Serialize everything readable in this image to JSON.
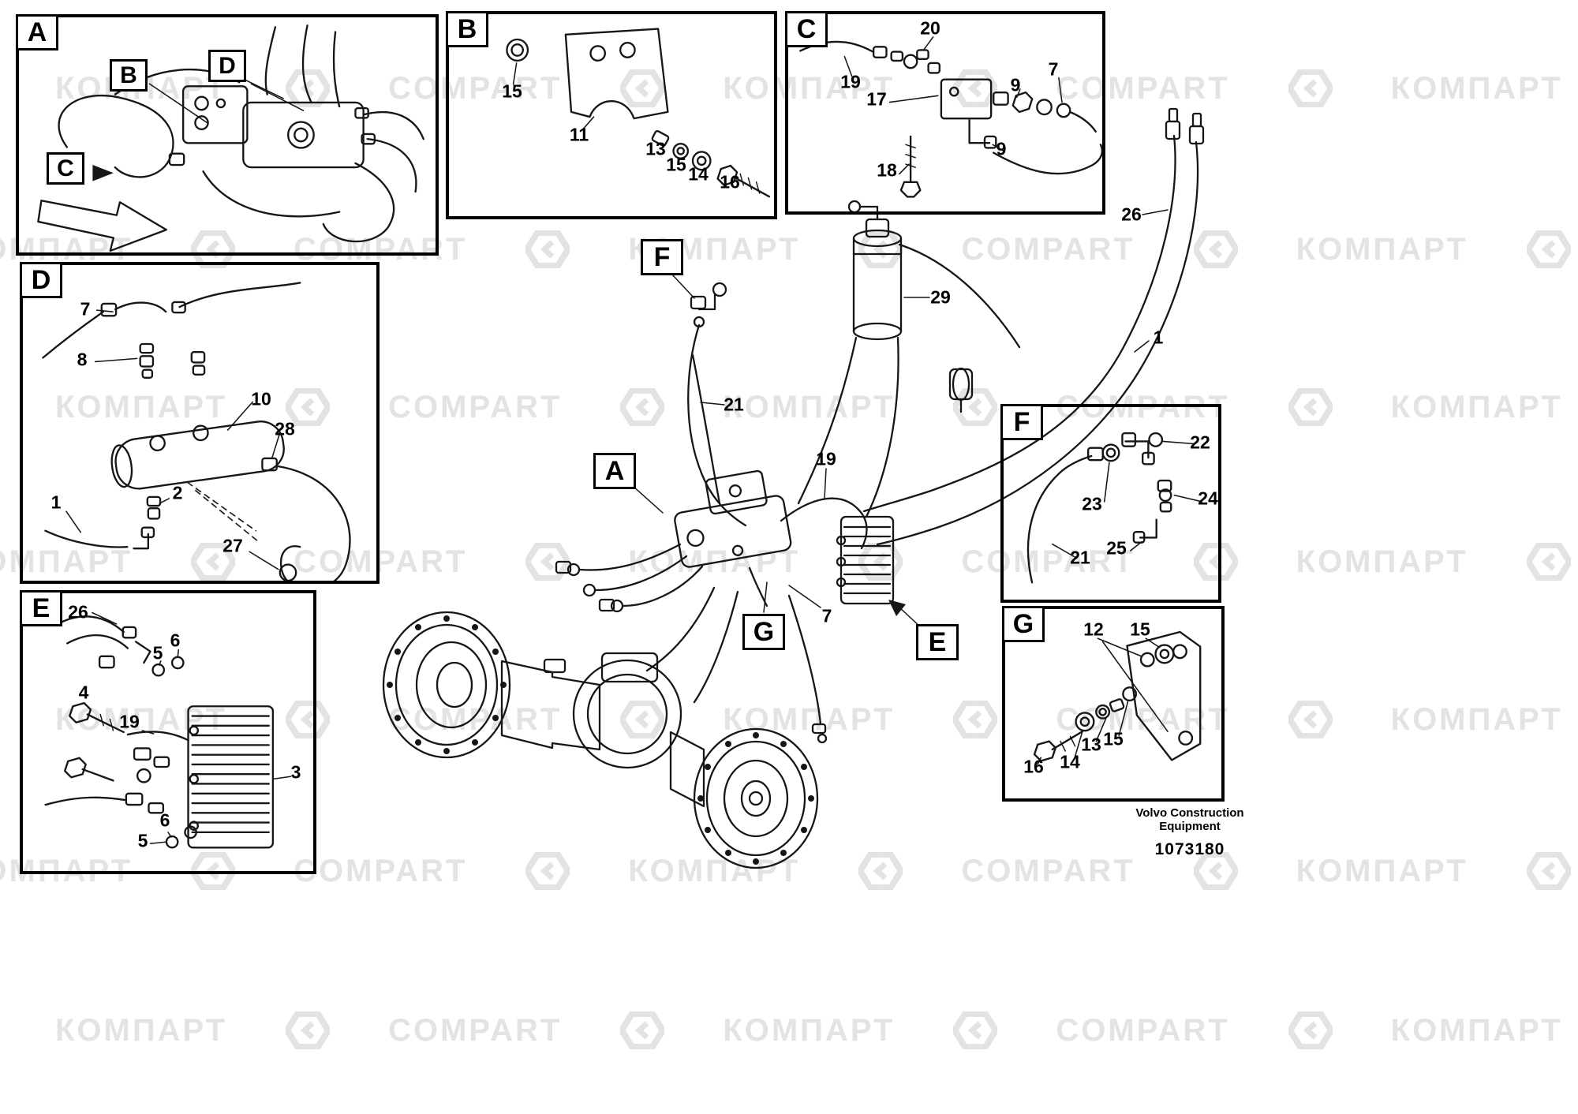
{
  "doc": {
    "footer_company_line1": "Volvo Construction",
    "footer_company_line2": "Equipment",
    "footer_doc_number": "1073180"
  },
  "watermark": {
    "word_cyrillic": "КОМПАРТ",
    "word_latin": "COMPART"
  },
  "panels": {
    "A": {
      "letter": "A",
      "inner_labels": [
        "B",
        "D",
        "C"
      ]
    },
    "B": {
      "letter": "B",
      "callouts": [
        "15",
        "11",
        "13",
        "15",
        "14",
        "16"
      ]
    },
    "C": {
      "letter": "C",
      "callouts": [
        "20",
        "19",
        "17",
        "9",
        "7",
        "9",
        "18"
      ]
    },
    "D": {
      "letter": "D",
      "callouts": [
        "7",
        "8",
        "10",
        "28",
        "1",
        "2",
        "27"
      ]
    },
    "E": {
      "letter": "E",
      "callouts": [
        "26",
        "5",
        "6",
        "4",
        "19",
        "3",
        "6",
        "5"
      ]
    },
    "F": {
      "letter": "F",
      "callouts": [
        "22",
        "23",
        "24",
        "25",
        "21"
      ]
    },
    "G": {
      "letter": "G",
      "callouts": [
        "12",
        "15",
        "13",
        "15",
        "14",
        "16"
      ]
    }
  },
  "main": {
    "boxed_labels": {
      "f": "F",
      "a": "A",
      "g": "G",
      "e": "E"
    },
    "callouts": {
      "c26": "26",
      "c1": "1",
      "c29": "29",
      "c21": "21",
      "c19": "19",
      "c7": "7"
    }
  }
}
